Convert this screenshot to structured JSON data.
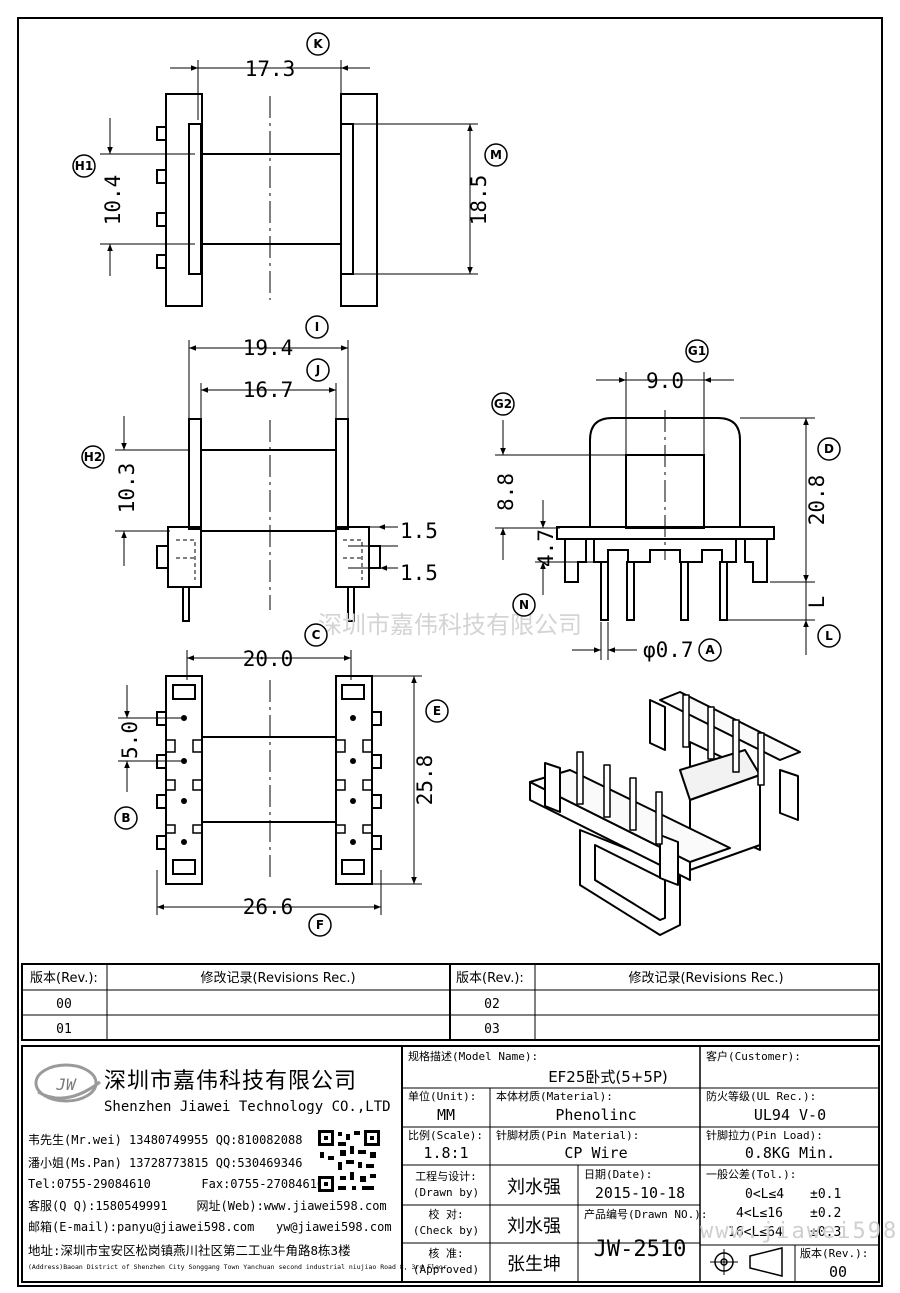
{
  "drawing": {
    "dims": {
      "k": "17.3",
      "h1": "10.4",
      "m": "18.5",
      "i": "19.4",
      "j": "16.7",
      "h2": "10.3",
      "slot1": "1.5",
      "slot2": "1.5",
      "g1": "9.0",
      "g2": "8.8",
      "n": "4.7",
      "d": "20.8",
      "l": "L",
      "a": "φ0.7",
      "c": "20.0",
      "b": "5.0",
      "e": "25.8",
      "f": "26.6"
    },
    "labels": {
      "k": "K",
      "h1": "H1",
      "m": "M",
      "i": "I",
      "j": "J",
      "h2": "H2",
      "g1": "G1",
      "g2": "G2",
      "d": "D",
      "n": "N",
      "l": "L",
      "a": "A",
      "c": "C",
      "e": "E",
      "b": "B",
      "f": "F"
    },
    "watermark": "深圳市嘉伟科技有限公司"
  },
  "revisions": {
    "col_rev": "版本(Rev.):",
    "col_rec": "修改记录(Revisions Rec.)",
    "rows": [
      {
        "left": "00",
        "right": "02"
      },
      {
        "left": "01",
        "right": "03"
      }
    ]
  },
  "company": {
    "name_cn": "深圳市嘉伟科技有限公司",
    "name_en": "Shenzhen Jiawei Technology CO.,LTD",
    "contacts": [
      "韦先生(Mr.wei) 13480749955 QQ:810082088",
      "潘小姐(Ms.Pan) 13728773815 QQ:530469346",
      "Tel:0755-29084610       Fax:0755-27084610",
      "客服(Q Q):1580549991    网址(Web):www.jiawei598.com",
      "邮箱(E-mail):panyu@jiawei598.com   yw@jiawei598.com"
    ],
    "address_cn": "地址:深圳市宝安区松岗镇燕川社区第二工业牛角路8栋3楼",
    "address_en": "(Address)Baoan District of Shenzhen City Songgang Town Yanchuan  second industrial niujiao Road 8, 3rd Floor",
    "web_watermark": "www.jiawei598.com"
  },
  "titleblock": {
    "model_label": "规格描述(Model Name):",
    "model": "EF25卧式(5+5P)",
    "customer_label": "客户(Customer):",
    "customer": "",
    "unit_label": "单位(Unit):",
    "unit": "MM",
    "material_label": "本体材质(Material):",
    "material": "Phenolinc",
    "ul_label": "防火等级(UL Rec.):",
    "ul": "UL94 V-0",
    "scale_label": "比例(Scale):",
    "scale": "1.8:1",
    "pin_material_label": "针脚材质(Pin Material):",
    "pin_material": "CP Wire",
    "pin_load_label": "针脚拉力(Pin Load):",
    "pin_load": "0.8KG Min.",
    "drawn_label": "工程与设计:",
    "drawn_label_en": "(Drawn by)",
    "drawn": "刘水强",
    "date_label": "日期(Date):",
    "date": "2015-10-18",
    "check_label": "校  对:",
    "check_label_en": "(Check by)",
    "check": "刘水强",
    "drawn_no_label": "产品编号(Drawn NO.):",
    "drawn_no": "JW-2510",
    "approve_label": "核  准:",
    "approve_label_en": "(Approved)",
    "approve": "张生坤",
    "tol_label": "一般公差(Tol.):",
    "tol_rows": [
      {
        "range": "0<L≤4",
        "value": "±0.1"
      },
      {
        "range": "4<L≤16",
        "value": "±0.2"
      },
      {
        "range": "16<L≤64",
        "value": "±0.3"
      }
    ],
    "rev_label": "版本(Rev.):",
    "rev": "00"
  }
}
